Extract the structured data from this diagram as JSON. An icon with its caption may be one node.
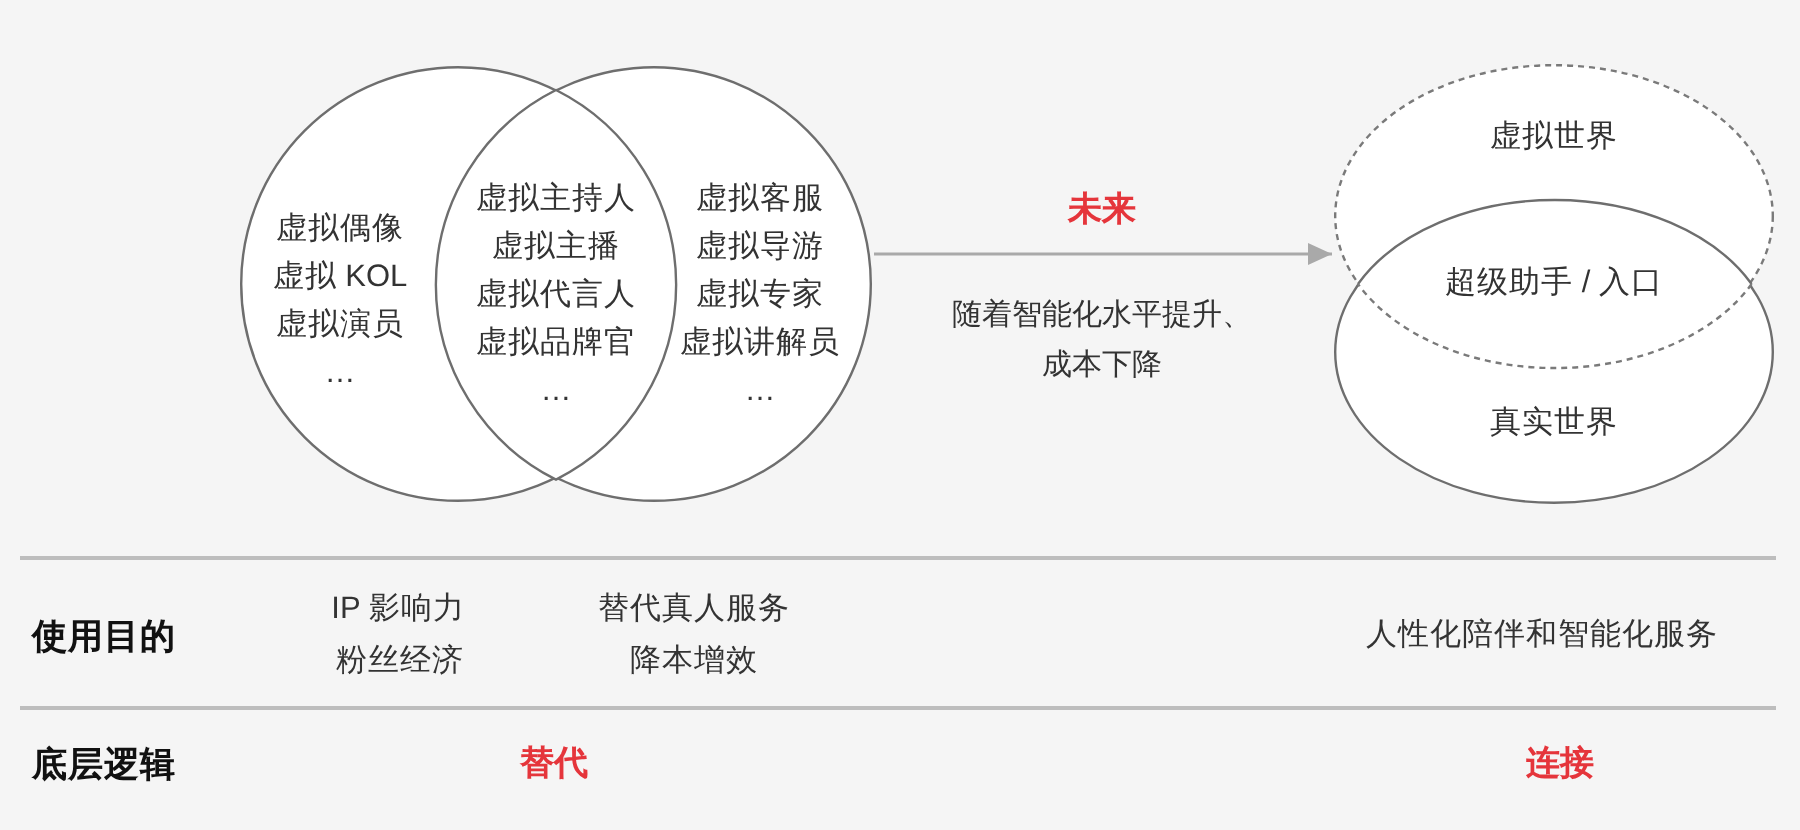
{
  "diagram": {
    "nodes": [
      {
        "text": [
          "虚拟偶像",
          "虚拟 KOL",
          "虚拟演员",
          "…"
        ]
      },
      {
        "text": [
          "虚拟主持人",
          "虚拟主播",
          "虚拟代言人",
          "虚拟品牌官",
          "…"
        ]
      },
      {
        "text": [
          "虚拟客服",
          "虚拟导游",
          "虚拟专家",
          "虚拟讲解员",
          "…"
        ]
      },
      {
        "text": [
          "虚拟世界"
        ]
      },
      {
        "text": [
          "超级助手 / 入口"
        ]
      },
      {
        "text": [
          "真实世界"
        ]
      }
    ],
    "edges": [
      {
        "from": 2,
        "to": 3,
        "arrow": "to",
        "label": "未来"
      }
    ],
    "labels": [
      "随着智能化水平提升、成本下降",
      "使用目的",
      "IP 影响力",
      "粉丝经济",
      "替代真人服务",
      "降本增效",
      "人性化陪伴和智能化服务",
      "底层逻辑",
      "替代",
      "连接"
    ]
  }
}
